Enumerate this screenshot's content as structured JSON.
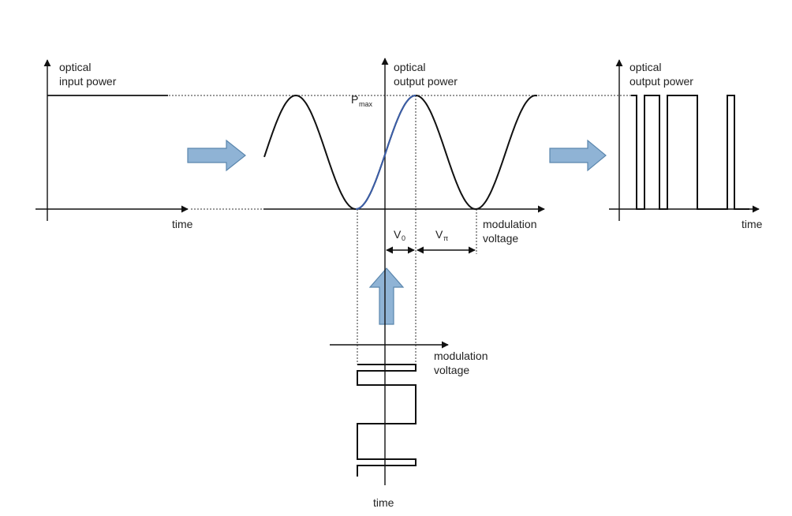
{
  "labels": {
    "input_axis": [
      "optical",
      "input power"
    ],
    "input_time": "time",
    "transfer_y": [
      "optical",
      "output power"
    ],
    "pmax_main": "P",
    "pmax_sub": "max",
    "transfer_x": [
      "modulation",
      "voltage"
    ],
    "v0_main": "V",
    "v0_sub": "0",
    "vpi_main": "V",
    "vpi_sub": "π",
    "output_axis": [
      "optical",
      "output power"
    ],
    "output_time": "time",
    "drive_axis": [
      "modulation",
      "voltage"
    ],
    "drive_time": "time"
  },
  "colors": {
    "arrow_fill": "#8fb3d5",
    "arrow_stroke": "#5a86ad",
    "highlight_curve": "#3b5ea8",
    "ink": "#111111"
  }
}
